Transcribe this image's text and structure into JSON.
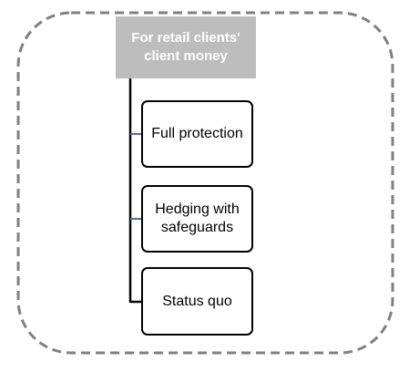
{
  "diagram": {
    "root": {
      "label": "For retail clients' client money"
    },
    "children": [
      {
        "label": "Full protection"
      },
      {
        "label": "Hedging with safeguards"
      },
      {
        "label": "Status quo"
      }
    ],
    "colors": {
      "frame_border": "#808080",
      "root_fill": "#bdbdbd",
      "root_text": "#ffffff",
      "connector": "#000000",
      "connector_tick": "#4f6f8f",
      "child_border": "#000000"
    }
  }
}
